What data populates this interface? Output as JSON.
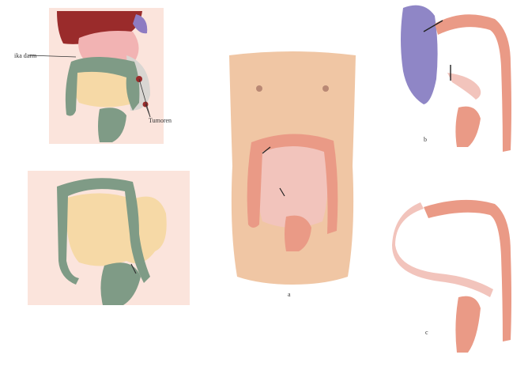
{
  "labels": {
    "top_left_left": "ika darm",
    "top_left_right": "Tumoren",
    "center": "a",
    "right_top": "b",
    "right_bottom": "c"
  },
  "colors": {
    "skin": "#fbe4dc",
    "liver": "#9a2b2b",
    "stomach": "#f2b3b3",
    "spleen": "#8e7bc2",
    "colon_green": "#7f9b86",
    "fat_yellow": "#f6d9a6",
    "colon_pink": "#ea9a86",
    "colon_purple": "#8f86c6",
    "small_gut": "#f2c4bc"
  }
}
